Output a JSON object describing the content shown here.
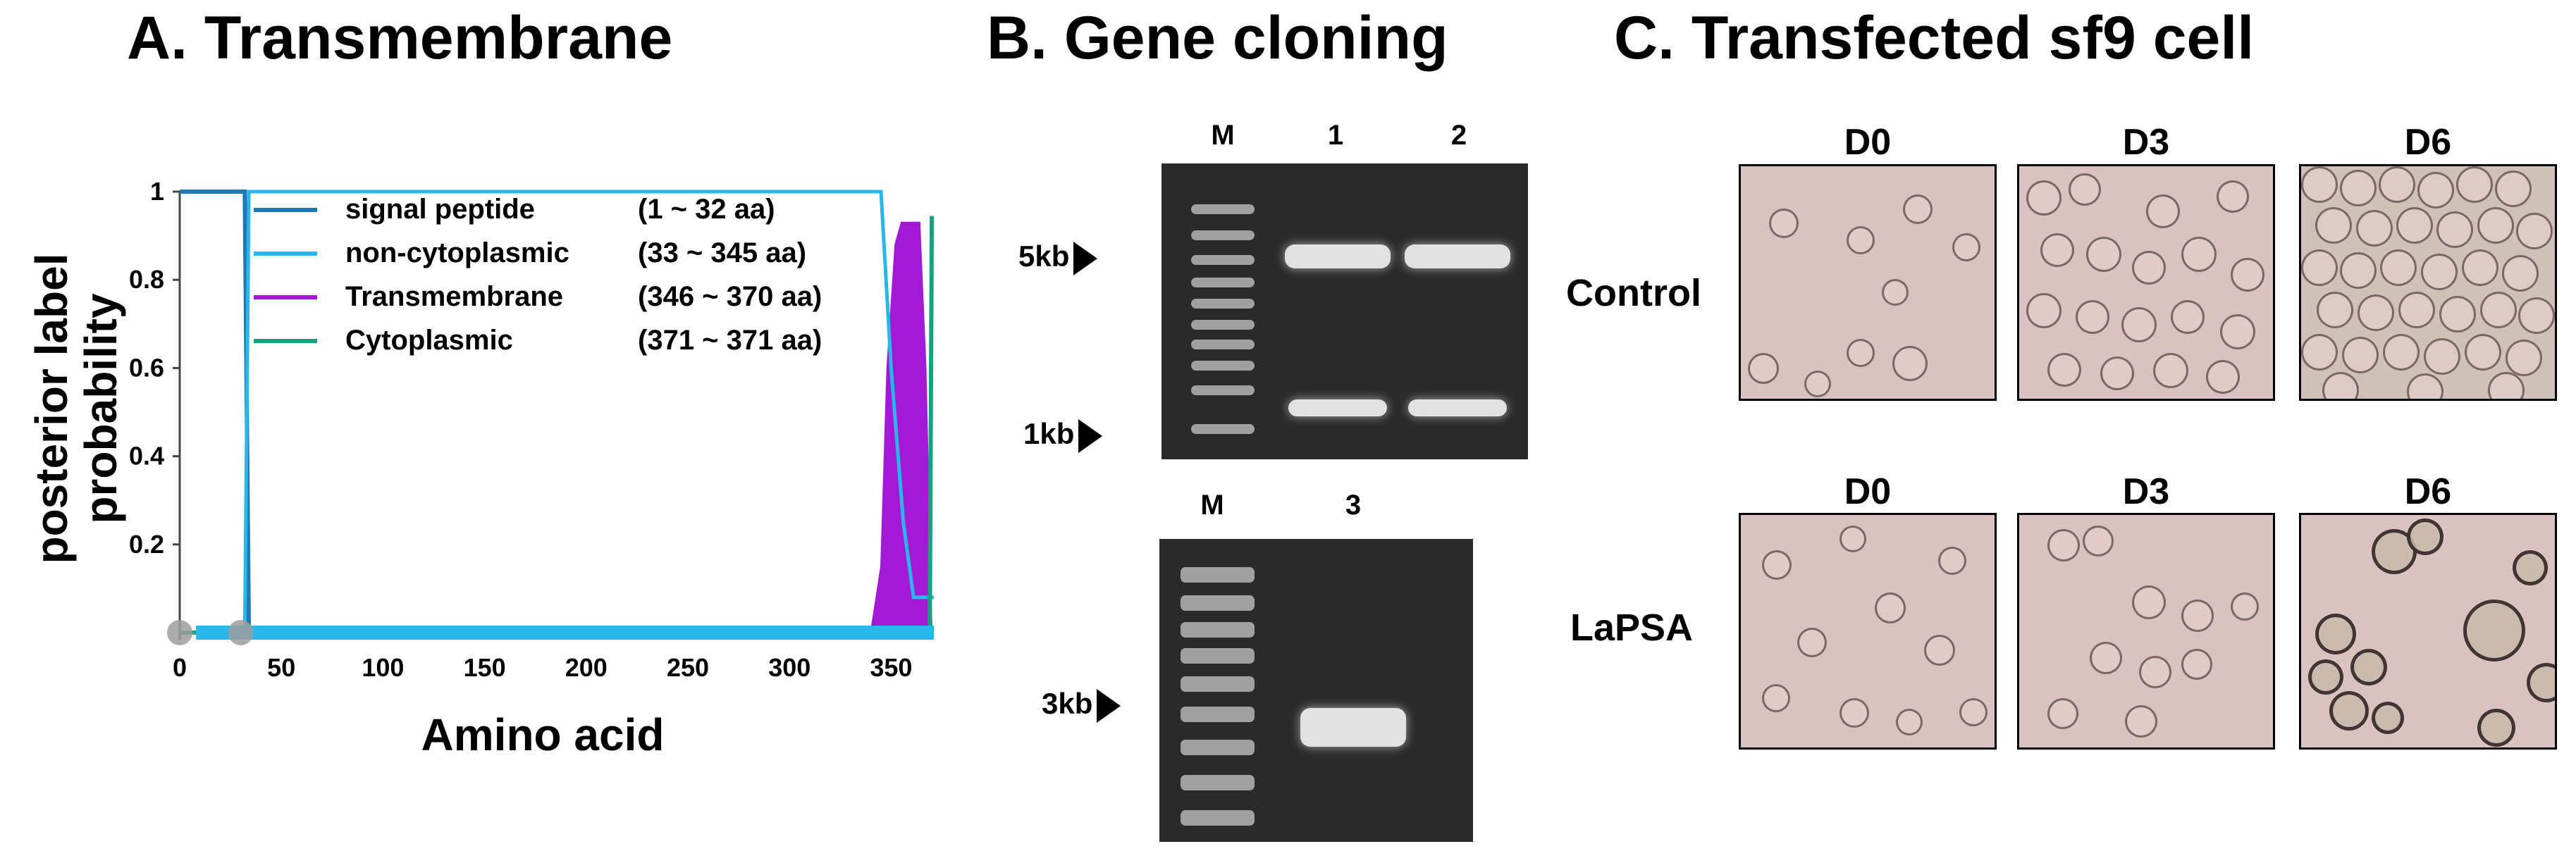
{
  "panels": {
    "a": {
      "title": "A. Transmembrane"
    },
    "b": {
      "title": "B. Gene cloning",
      "gel_top": {
        "lanes": [
          "M",
          "1",
          "2"
        ],
        "size_markers": [
          "5kb",
          "1kb"
        ]
      },
      "gel_bottom": {
        "lanes": [
          "M",
          "3"
        ],
        "size_markers": [
          "3kb"
        ]
      }
    },
    "c": {
      "title": "C. Transfected sf9 cell",
      "rows": [
        {
          "label": "Control",
          "days": [
            "D0",
            "D3",
            "D6"
          ]
        },
        {
          "label": "LaPSA",
          "days": [
            "D0",
            "D3",
            "D6"
          ]
        }
      ]
    }
  },
  "chart_data": {
    "type": "line",
    "xlabel": "Amino acid",
    "ylabel": "posterior label probability",
    "xlim": [
      0,
      371
    ],
    "ylim": [
      0,
      1
    ],
    "x_ticks": [
      0,
      50,
      100,
      150,
      200,
      250,
      300,
      350
    ],
    "y_ticks": [
      0.2,
      0.4,
      0.6,
      0.8,
      1
    ],
    "legend_position": "top",
    "series": [
      {
        "name": "signal peptide",
        "range": "(1 ~ 32 aa)",
        "color": "#1f77b4",
        "points": [
          [
            0,
            1
          ],
          [
            32,
            1
          ],
          [
            34,
            0
          ],
          [
            371,
            0
          ]
        ]
      },
      {
        "name": "non-cytoplasmic",
        "range": "(33 ~ 345 aa)",
        "color": "#29b6e8",
        "points": [
          [
            0,
            0
          ],
          [
            32,
            0
          ],
          [
            34,
            1
          ],
          [
            345,
            1
          ],
          [
            350,
            0.6
          ],
          [
            356,
            0.25
          ],
          [
            361,
            0.08
          ],
          [
            371,
            0.08
          ]
        ]
      },
      {
        "name": "Transmembrane",
        "range": "(346 ~ 370 aa)",
        "color": "#a21ad6",
        "points": [
          [
            0,
            0
          ],
          [
            340,
            0
          ],
          [
            345,
            0.15
          ],
          [
            348,
            0.6
          ],
          [
            352,
            0.88
          ],
          [
            355,
            0.93
          ],
          [
            364,
            0.93
          ],
          [
            367,
            0.6
          ],
          [
            369,
            0.2
          ],
          [
            370,
            0
          ],
          [
            371,
            0
          ]
        ]
      },
      {
        "name": "Cytoplasmic",
        "range": "(371 ~ 371 aa)",
        "color": "#14a37f",
        "points": [
          [
            0,
            0
          ],
          [
            369,
            0
          ],
          [
            370,
            0.94
          ],
          [
            371,
            0.94
          ]
        ]
      }
    ]
  }
}
